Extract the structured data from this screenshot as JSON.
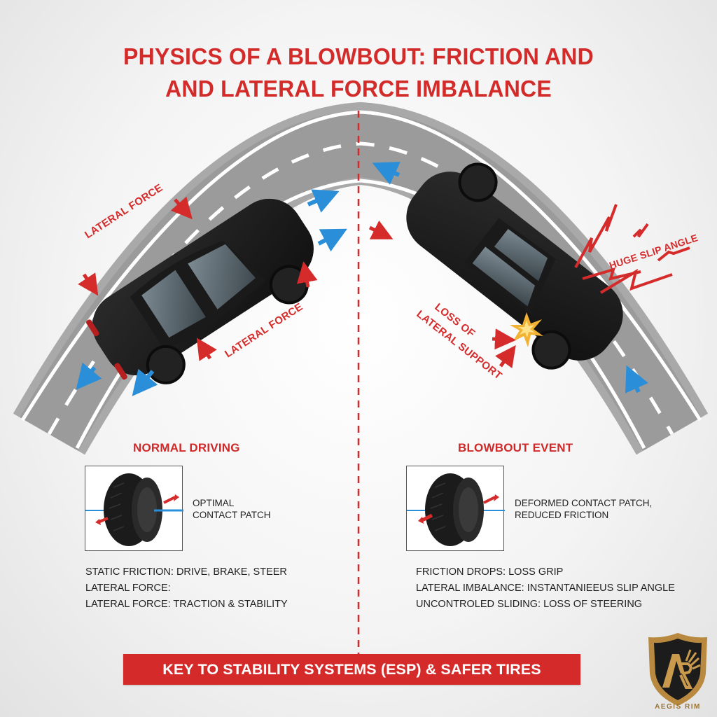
{
  "title": {
    "line1": "PHYSICS OF A BLOWBOUT: FRICTION AND",
    "line2": "AND LATERAL FORCE IMBALANCE"
  },
  "colors": {
    "accent_red": "#d32a2a",
    "flow_blue": "#2a8fd8",
    "road_gray": "#9a9a9a",
    "car_black": "#1c1c1c",
    "logo_gold": "#b8893f"
  },
  "diagram": {
    "divider": "dashed-red-vertical",
    "left_car_labels": [
      "LATERAL FORCE",
      "LATERAL FORCE"
    ],
    "right_car_labels": {
      "slip": "HUGE SLIP ANGLE",
      "loss_line1": "LOSS OF",
      "loss_line2": "LATERAL SUPPORT"
    }
  },
  "normal": {
    "heading": "NORMAL DRIVING",
    "tire_caption_line1": "OPTIMAL",
    "tire_caption_line2": "CONTACT PATCH",
    "points": [
      "STATIC FRICTION: DRIVE, BRAKE, STEER",
      "LATERAL FORCE:",
      "LATERAL FORCE: TRACTION & STABILITY"
    ]
  },
  "blowout": {
    "heading": "BLOWBOUT EVENT",
    "tire_caption_line1": "DEFORMED CONTACT PATCH,",
    "tire_caption_line2": "REDUCED FRICTION",
    "points": [
      "FRICTION DROPS: LOSS GRIP",
      "LATERAL IMBALANCE: INSTANTANIEEUS SLIP ANGLE",
      "UNCONTROLED SLIDING: LOSS OF STEERING"
    ]
  },
  "banner": {
    "text": "KEY TO STABILITY SYSTEMS (ESP) & SAFER TIRES"
  },
  "logo": {
    "text": "AEGIS RIM",
    "icon": "shield-ar-logo-icon"
  }
}
